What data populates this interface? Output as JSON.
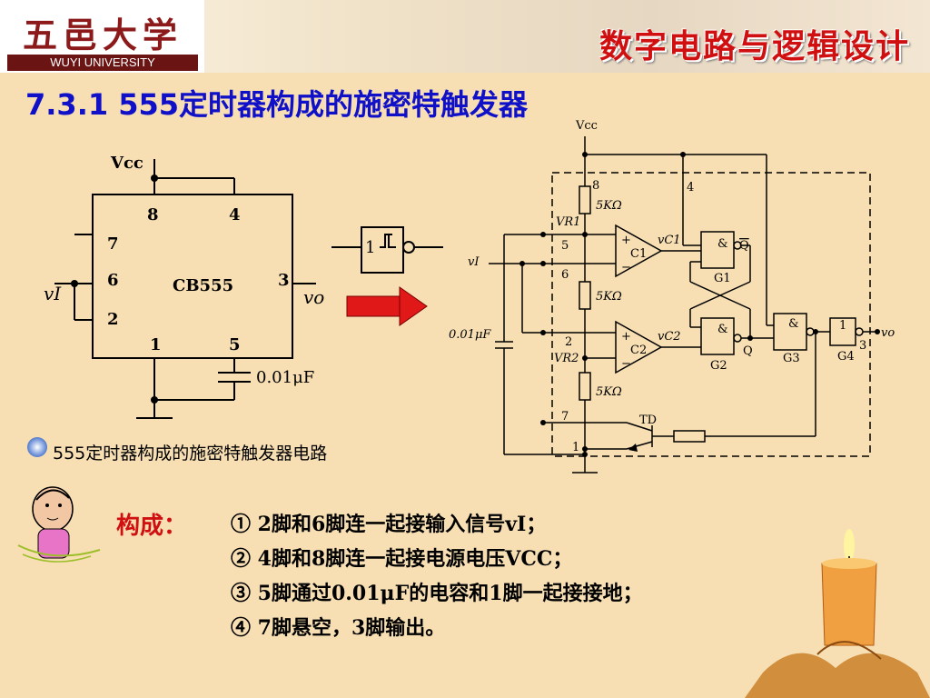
{
  "header": {
    "logo_cn": "五邑大学",
    "logo_en": "WUYI UNIVERSITY",
    "course_title": "数字电路与逻辑设计"
  },
  "section_title": "7.3.1 555定时器构成的施密特触发器",
  "left_circuit": {
    "vcc": "Vcc",
    "chip": "CB555",
    "pin8": "8",
    "pin4": "4",
    "pin7": "7",
    "pin6": "6",
    "pin2": "2",
    "pin3": "3",
    "pin1": "1",
    "pin5": "5",
    "vi": "vI",
    "vo": "vo",
    "cap": "0.01μF",
    "symbol_label": "1"
  },
  "right_circuit": {
    "vcc": "Vcc",
    "pin8": "8",
    "pin4": "4",
    "r1": "5KΩ",
    "r2": "5KΩ",
    "r3": "5KΩ",
    "vr1": "VR1",
    "vr2": "VR2",
    "pin5": "5",
    "pin6": "6",
    "pin2": "2",
    "pin7": "7",
    "pin1": "1",
    "pin3": "3",
    "vi": "vI",
    "cap": "0.01μF",
    "c1": "C1",
    "c2": "C2",
    "vc1": "vC1",
    "vc2": "vC2",
    "g1": "G1",
    "g2": "G2",
    "g3": "G3",
    "g4": "G4",
    "and": "&",
    "not": "1",
    "q": "Q",
    "qbar": "Q",
    "td": "TD",
    "vo": "vo",
    "plus": "+",
    "minus": "−"
  },
  "caption": "555定时器构成的施密特触发器电路",
  "composition": {
    "label": "构成：",
    "lines": [
      "① 2脚和6脚连一起接输入信号vI；",
      "② 4脚和8脚连一起接电源电压VCC；",
      "③ 5脚通过0.01μF的电容和1脚一起接接地；",
      "④ 7脚悬空，3脚输出。"
    ]
  }
}
